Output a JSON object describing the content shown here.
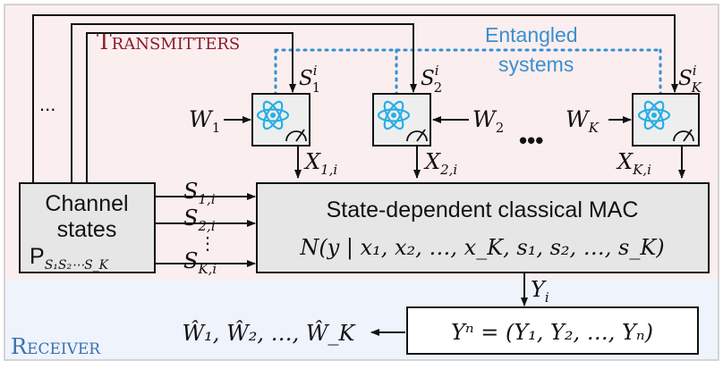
{
  "colors": {
    "transmitter_bg": "#fbeeee",
    "receiver_bg": "#eef3fc",
    "frame": "#c9c9c9",
    "block_fill": "#e6e6e6",
    "transmitters_label": "#8b1c2b",
    "entangled_label": "#3a8fd0",
    "entangled_dots": "#2f8fd8",
    "atom_icon": "#29aee6",
    "device_fill": "#eeeeee",
    "line": "#111111"
  },
  "sections": {
    "transmitters_label": "Transmitters",
    "receiver_label": "Receiver"
  },
  "entangled": {
    "line1": "Entangled",
    "line2": "systems"
  },
  "dots": {
    "ellipsis_h": "...",
    "ellipsis_tx": "•••",
    "vdots": "⋮"
  },
  "transmitters": [
    {
      "msg_base": "W",
      "msg_sub": "1",
      "state_base": "S",
      "state_sub": "1",
      "state_sup": "i",
      "out_base": "X",
      "out_sub": "1,i"
    },
    {
      "msg_base": "W",
      "msg_sub": "2",
      "state_base": "S",
      "state_sub": "2",
      "state_sup": "i",
      "out_base": "X",
      "out_sub": "2,i"
    },
    {
      "msg_base": "W",
      "msg_sub": "K",
      "state_base": "S",
      "state_sub": "K",
      "state_sup": "i",
      "out_base": "X",
      "out_sub": "K,i"
    }
  ],
  "channel_states": {
    "line1": "Channel",
    "line2": "states",
    "dist_base": "P",
    "dist_sub": "S₁S₂⋯S_K",
    "outputs": [
      {
        "base": "S",
        "sub": "1,i"
      },
      {
        "base": "S",
        "sub": "2,i"
      },
      {
        "base": "S",
        "sub": "K,i"
      }
    ]
  },
  "mac": {
    "title": "State-dependent classical MAC",
    "formula": "N(y | x₁, x₂, …, x_K, s₁, s₂, …, s_K)"
  },
  "receiver": {
    "y_base": "Y",
    "y_sub": "i",
    "output_block": "Yⁿ = (Y₁, Y₂, …, Yₙ)",
    "estimates": "Ŵ₁, Ŵ₂, …, Ŵ_K"
  }
}
